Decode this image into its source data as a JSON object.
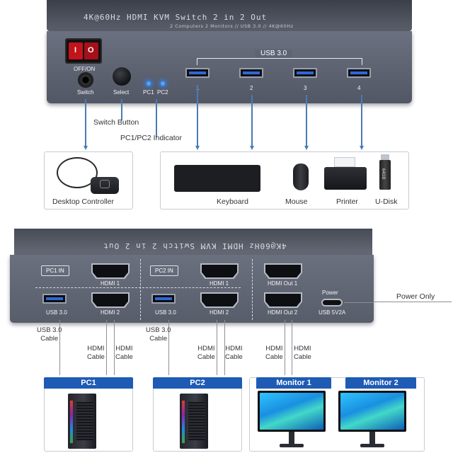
{
  "device": {
    "title": "4K@60Hz HDMI KVM Switch 2 in 2 Out",
    "subtitle": "2 Computers 2 Monitors // USB 3.0 // 4K@60Hz",
    "power_switch_on": "I",
    "power_switch_off": "O"
  },
  "front_panel": {
    "off_on_label": "OFF/ON",
    "switch_label": "Switch",
    "select_label": "Select",
    "pc1_led_label": "PC1",
    "pc2_led_label": "PC2",
    "usb_group_label": "USB 3.0",
    "usb_ports": [
      "1",
      "2",
      "3",
      "4"
    ],
    "led_color": "#4fa4ff"
  },
  "callouts": {
    "switch_button": "Switch Button",
    "indicator": "PC1/PC2 Indicator"
  },
  "peripherals": {
    "desktop_controller": "Desktop Controller",
    "keyboard": "Keyboard",
    "mouse": "Mouse",
    "printer": "Printer",
    "udisk": "U-Disk",
    "udisk_text": "64GB"
  },
  "back_panel": {
    "pc1_in": "PC1 IN",
    "pc2_in": "PC2 IN",
    "pc1_hdmi1": "HDMI 1",
    "pc1_hdmi2": "HDMI 2",
    "pc1_usb": "USB 3.0",
    "pc2_hdmi1": "HDMI 1",
    "pc2_hdmi2": "HDMI 2",
    "pc2_usb": "USB 3.0",
    "hdmi_out1": "HDMI Out 1",
    "hdmi_out2": "HDMI Out 2",
    "power_label": "Power",
    "power_port": "USB 5V2A",
    "power_only": "Power Only"
  },
  "cables": {
    "usb_cable_1": "USB 3.0",
    "usb_cable_1b": "Cable",
    "hdmi_cable": "HDMI",
    "cable": "Cable",
    "usb_cable_2": "USB 3.0",
    "usb_cable_2b": "Cable"
  },
  "targets": {
    "pc1": "PC1",
    "pc2": "PC2",
    "monitor1": "Monitor 1",
    "monitor2": "Monitor 2",
    "accent": "#1e5bb5"
  }
}
